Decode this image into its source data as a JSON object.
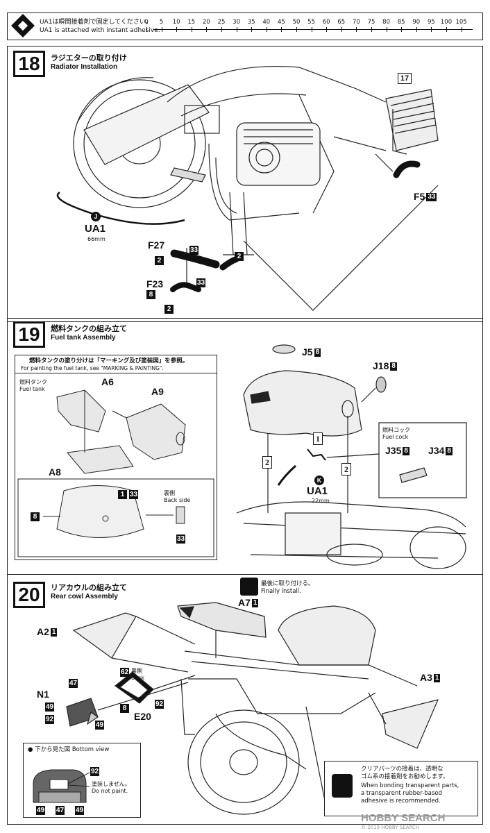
{
  "header": {
    "jp": "UA1は瞬間接着剤で固定してください。",
    "en": "UA1 is attached with instant adhesive.",
    "ruler": [
      "0",
      "5",
      "10",
      "15",
      "20",
      "25",
      "30",
      "35",
      "40",
      "45",
      "50",
      "55",
      "60",
      "65",
      "70",
      "75",
      "80",
      "85",
      "90",
      "95",
      "100",
      "105"
    ]
  },
  "step18": {
    "num": "18",
    "title_jp": "ラジエターの取り付け",
    "title_en": "Radiator Installation",
    "ref": "17",
    "f5": "F5",
    "f5_paint": "33",
    "ua1": "UA1",
    "ua1_circle": "J",
    "ua1_len": "66mm",
    "f27": "F27",
    "f27_paint": "33",
    "f27_qty": "2",
    "f23": "F23",
    "f23_paint": "33",
    "f23_qty": "2",
    "f23_paint2": "8",
    "right_qty": "2"
  },
  "step19": {
    "num": "19",
    "title_jp": "燃料タンクの組み立て",
    "title_en": "Fuel tank Assembly",
    "note_jp": "燃料タンクの塗り分けは「マーキング及び塗装図」を参照。",
    "note_en": "For painting the fuel tank, see \"MARKING & PAINTING\".",
    "fueltank_jp": "燃料タンク",
    "fueltank_en": "Fuel tank",
    "a6": "A6",
    "a9": "A9",
    "a8": "A8",
    "back_jp": "裏側",
    "back_en": "Back side",
    "p1": "1",
    "p33": "33",
    "p8": "8",
    "p33b": "33",
    "j5": "J5",
    "j5_paint": "8",
    "j18": "J18",
    "j18_paint": "8",
    "one": "1",
    "two_left": "2",
    "two_right": "2",
    "ua1": "UA1",
    "ua1_circle": "K",
    "ua1_len": "22mm",
    "cock_jp": "燃料コック",
    "cock_en": "Fuel cock",
    "j35": "J35",
    "j35_paint": "8",
    "j34": "J34",
    "j34_paint": "8"
  },
  "step20": {
    "num": "20",
    "title_jp": "リアカウルの組み立て",
    "title_en": "Rear cowl Assembly",
    "finally_jp": "最後に取り付ける。",
    "finally_en": "Finally install.",
    "a7": "A7",
    "a7_paint": "1",
    "a2": "A2",
    "a2_paint": "1",
    "a3": "A3",
    "a3_paint": "1",
    "n1": "N1",
    "p47": "47",
    "p49a": "49",
    "p92a": "92",
    "p49b": "49",
    "p62": "62",
    "back_jp": "裏側",
    "back_en": "back",
    "p8": "8",
    "e20": "E20",
    "p92b": "92",
    "bottom_jp": "● 下から見た図",
    "bottom_en": "Bottom view",
    "b92": "92",
    "nopaint_jp": "塗装しません。",
    "nopaint_en": "Do not paint.",
    "b49a": "49",
    "b47": "47",
    "b49b": "49",
    "clear_jp1": "クリアパーツの接着は、透明な",
    "clear_jp2": "ゴム系の接着剤をお勧めします。",
    "clear_en1": "When bonding transparent parts,",
    "clear_en2": "a transparent rubber-based",
    "clear_en3": "adhesive is recommended."
  },
  "watermark": "HOBBY SEARCH",
  "copyright": "© 2019 HOBBY SEARCH"
}
